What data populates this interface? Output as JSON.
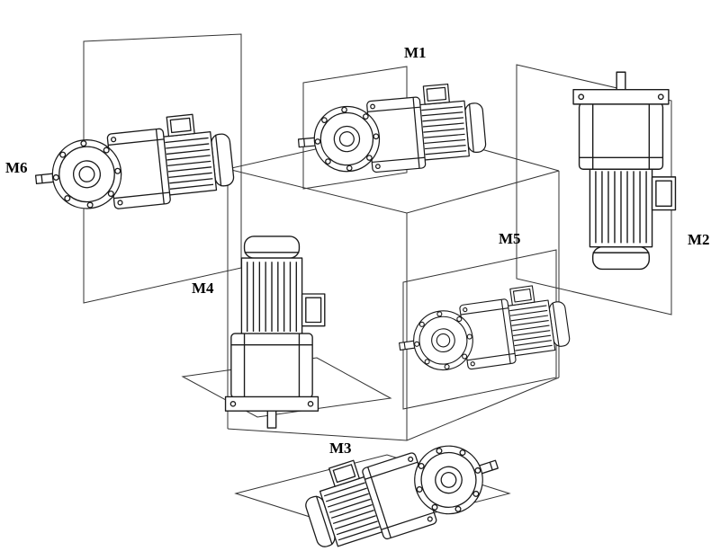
{
  "figure": {
    "kind": "gearmotor-mounting-positions-diagram",
    "background": "#ffffff",
    "line_color": "#1a1a1a",
    "units": [
      {
        "label": "M1",
        "position": "top-center",
        "orientation": "horizontal, output shaft to the left, motor to the right"
      },
      {
        "label": "M2",
        "position": "right",
        "orientation": "vertical, output shaft up, motor hanging down"
      },
      {
        "label": "M3",
        "position": "bottom-center",
        "orientation": "inclined, output shaft up to the right, motor lower-left"
      },
      {
        "label": "M4",
        "position": "mid-left",
        "orientation": "vertical, motor on top, output shaft down"
      },
      {
        "label": "M5",
        "position": "mid-right",
        "orientation": "horizontal, output shaft to the left, motor to the right"
      },
      {
        "label": "M6",
        "position": "far-left",
        "orientation": "horizontal, output shaft to the left, motor to the right"
      }
    ]
  }
}
